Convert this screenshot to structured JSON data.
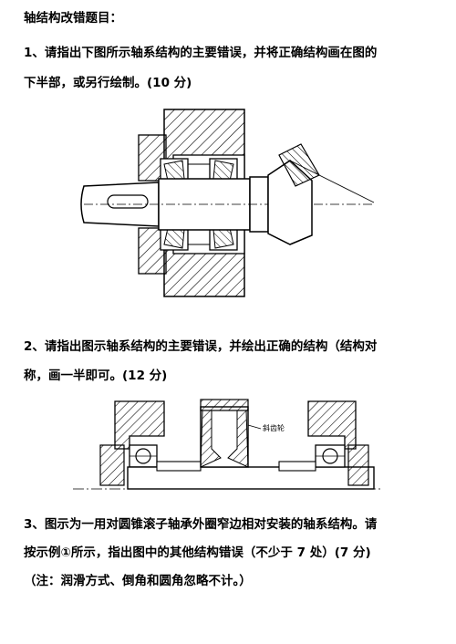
{
  "title": "轴结构改错题目：",
  "questions": [
    {
      "line1": "1、请指出下图所示轴系结构的主要错误，并将正确结构画在图的",
      "line2": "下半部，或另行绘制。(10 分)"
    },
    {
      "line1": "2、请指出图示轴系结构的主要错误，并绘出正确的结构（结构对",
      "line2": "称，画一半即可。(12 分)",
      "figure_label": "斜齿轮"
    },
    {
      "line1": "3、图示为一用对圆锥滚子轴承外圈窄边相对安装的轴系结构。请",
      "line2": "按示例①所示，指出图中的其他结构错误（不少于 7 处）(7 分)",
      "line3": "（注：润滑方式、倒角和圆角忽略不计。）"
    }
  ]
}
